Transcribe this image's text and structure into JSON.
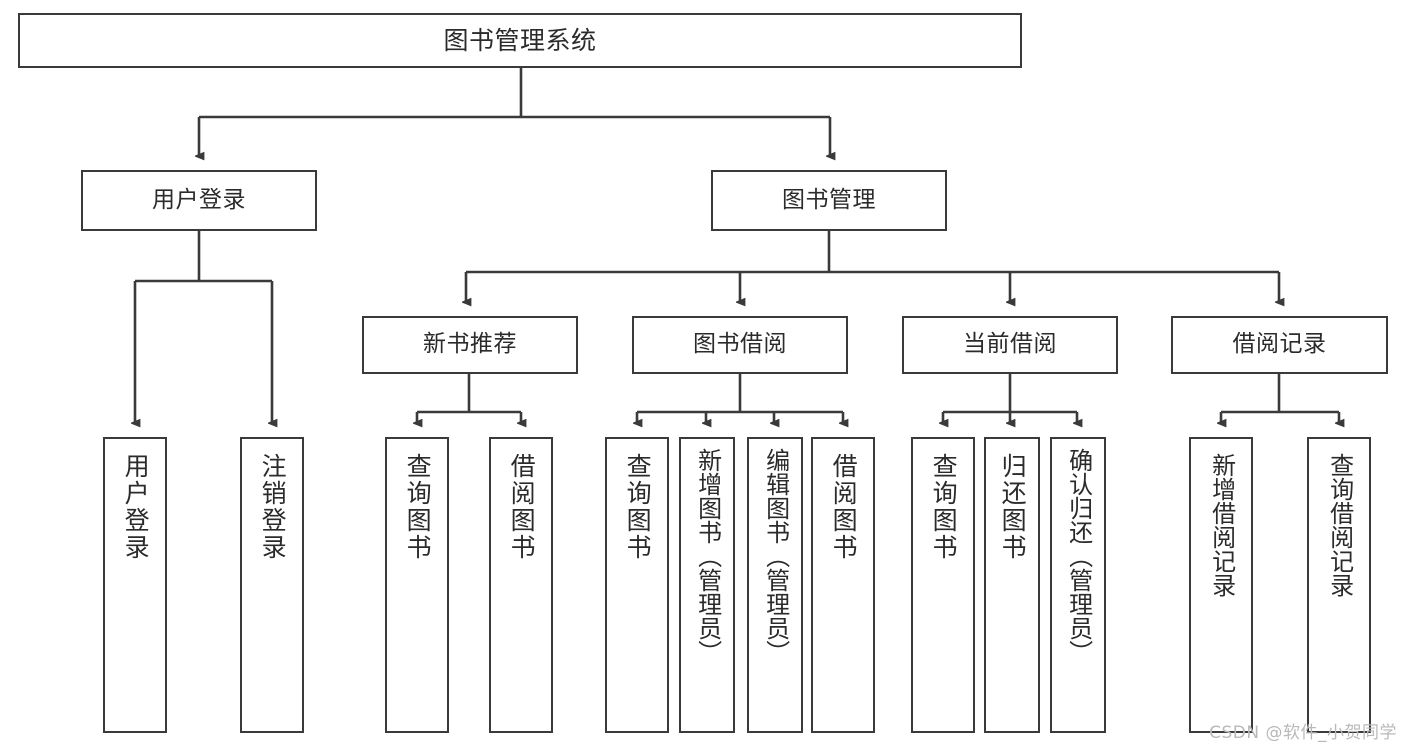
{
  "diagram": {
    "title": "图书管理系统",
    "type": "hierarchy-tree",
    "stroke_color": "#3a3a3a",
    "fill_color": "#ffffff",
    "text_color": "#2b2b2b"
  },
  "root": {
    "label": "图书管理系统"
  },
  "level2": [
    {
      "label": "用户登录"
    },
    {
      "label": "图书管理"
    }
  ],
  "level3": [
    {
      "label": "新书推荐"
    },
    {
      "label": "图书借阅"
    },
    {
      "label": "当前借阅"
    },
    {
      "label": "借阅记录"
    }
  ],
  "leaves": {
    "user_login": [
      {
        "label": "用户登录"
      },
      {
        "label": "注销登录"
      }
    ],
    "new_book": [
      {
        "label": "查询图书"
      },
      {
        "label": "借阅图书"
      }
    ],
    "book_borrow": [
      {
        "label": "查询图书"
      },
      {
        "label": "新增图书（管理员）"
      },
      {
        "label": "编辑图书（管理员）"
      },
      {
        "label": "借阅图书"
      }
    ],
    "current_borrow": [
      {
        "label": "查询图书"
      },
      {
        "label": "归还图书"
      },
      {
        "label": "确认归还（管理员）"
      }
    ],
    "borrow_record": [
      {
        "label": "新增借阅记录"
      },
      {
        "label": "查询借阅记录"
      }
    ]
  },
  "watermark": {
    "text": "CSDN @软件_小贺同学"
  }
}
